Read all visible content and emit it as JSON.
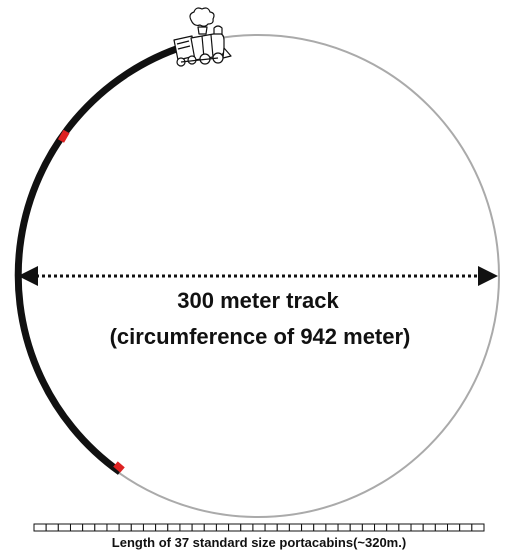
{
  "track": {
    "diameter_label": "300 meter track",
    "circumference_label": "(circumference of 942 meter)"
  },
  "train": {
    "icon": "steam-locomotive-icon",
    "portion_of_track": 0.34
  },
  "portacabin_scale": {
    "caption": "Length of 37 standard size portacabins(~320m.)",
    "count": 37
  },
  "colors": {
    "track_thin": "#aaaaaa",
    "train_body": "#111111",
    "marker": "#dd2222",
    "text": "#111111"
  }
}
